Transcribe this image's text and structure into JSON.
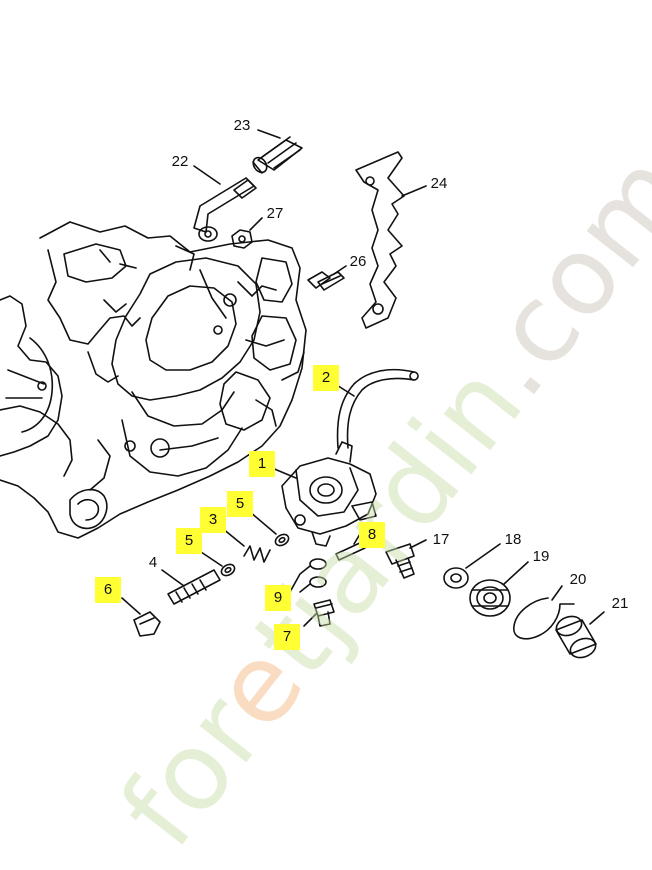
{
  "parts": [
    {
      "id": "part-23",
      "label": "23",
      "highlighted": false
    },
    {
      "id": "part-22",
      "label": "22",
      "highlighted": false
    },
    {
      "id": "part-27",
      "label": "27",
      "highlighted": false
    },
    {
      "id": "part-24",
      "label": "24",
      "highlighted": false
    },
    {
      "id": "part-26",
      "label": "26",
      "highlighted": false
    },
    {
      "id": "part-2",
      "label": "2",
      "highlighted": true
    },
    {
      "id": "part-1",
      "label": "1",
      "highlighted": true
    },
    {
      "id": "part-5a",
      "label": "5",
      "highlighted": true
    },
    {
      "id": "part-3",
      "label": "3",
      "highlighted": true
    },
    {
      "id": "part-5b",
      "label": "5",
      "highlighted": true
    },
    {
      "id": "part-8",
      "label": "8",
      "highlighted": true
    },
    {
      "id": "part-17",
      "label": "17",
      "highlighted": false
    },
    {
      "id": "part-18",
      "label": "18",
      "highlighted": false
    },
    {
      "id": "part-19",
      "label": "19",
      "highlighted": false
    },
    {
      "id": "part-4",
      "label": "4",
      "highlighted": false
    },
    {
      "id": "part-20",
      "label": "20",
      "highlighted": false
    },
    {
      "id": "part-6",
      "label": "6",
      "highlighted": true
    },
    {
      "id": "part-9",
      "label": "9",
      "highlighted": true
    },
    {
      "id": "part-21",
      "label": "21",
      "highlighted": false
    },
    {
      "id": "part-7",
      "label": "7",
      "highlighted": true
    }
  ],
  "watermark": {
    "prefix": "for",
    "accent": "e",
    "main": "tjardin",
    "tld": ".com"
  },
  "colors": {
    "highlight": "#ffff33",
    "line": "#111111",
    "watermark_green": "#c6dca6",
    "watermark_orange": "#f2b27a",
    "watermark_grey": "#c9c1b4"
  }
}
